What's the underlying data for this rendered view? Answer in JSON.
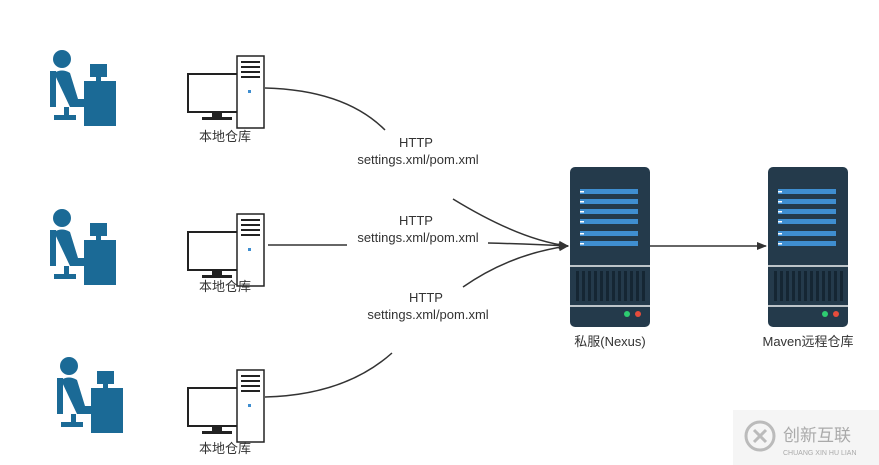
{
  "clients": [
    {
      "label": "本地仓库"
    },
    {
      "label": "本地仓库"
    },
    {
      "label": "本地仓库"
    }
  ],
  "connections": [
    {
      "protocol": "HTTP",
      "config": "settings.xml/pom.xml"
    },
    {
      "protocol": "HTTP",
      "config": "settings.xml/pom.xml"
    },
    {
      "protocol": "HTTP",
      "config": "settings.xml/pom.xml"
    }
  ],
  "private_server": {
    "label": "私服(Nexus)"
  },
  "remote_repository": {
    "label": "Maven远程仓库"
  },
  "watermark": {
    "cn": "创新互联",
    "en": "CHUANG XIN HU LIAN"
  },
  "colors": {
    "user_icon": "#1b6a96",
    "server_body": "#243a4b",
    "server_slot": "#3f8ed0",
    "server_vent": "#2b4556",
    "led_green": "#2ecc71",
    "led_red": "#e74c3c",
    "line": "#333333"
  }
}
